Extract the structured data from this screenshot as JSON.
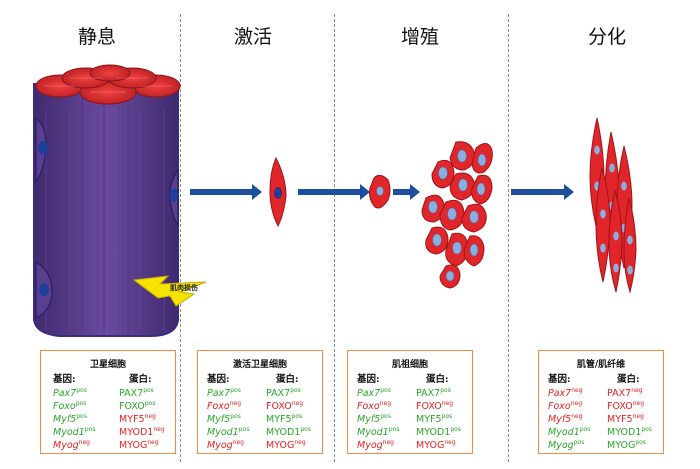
{
  "stages": [
    {
      "title": "静息"
    },
    {
      "title": "激活"
    },
    {
      "title": "增殖"
    },
    {
      "title": "分化"
    }
  ],
  "injury_label": "肌肉损伤",
  "colors": {
    "fiber": "#5b3d8e",
    "fiber_top": "#d8262c",
    "cell": "#e0262a",
    "nucleus": "#8aaee0",
    "arrow": "#1f4e9e",
    "positive": "#2aa62a",
    "negative": "#e32222",
    "panel_border": "#f08c40",
    "bolt": "#f5e400"
  },
  "panels": [
    {
      "title": "卫星细胞",
      "gene_header": "基因:",
      "protein_header": "蛋白:",
      "rows": [
        {
          "gene": "Pax7",
          "gene_sup": "pos",
          "gene_state": "pos",
          "protein": "PAX7",
          "protein_sup": "pos",
          "protein_state": "pos"
        },
        {
          "gene": "Foxo",
          "gene_sup": "pos",
          "gene_state": "pos",
          "protein": "FOXO",
          "protein_sup": "pos",
          "protein_state": "pos"
        },
        {
          "gene": "Myf5",
          "gene_sup": "pos",
          "gene_state": "pos",
          "protein": "MYF5",
          "protein_sup": "neg",
          "protein_state": "neg"
        },
        {
          "gene": "Myod1",
          "gene_sup": "pos",
          "gene_state": "pos",
          "protein": "MYOD1",
          "protein_sup": "neg",
          "protein_state": "neg"
        },
        {
          "gene": "Myog",
          "gene_sup": "neg",
          "gene_state": "neg",
          "protein": "MYOG",
          "protein_sup": "neg",
          "protein_state": "neg"
        }
      ]
    },
    {
      "title": "激活卫星细胞",
      "gene_header": "基因:",
      "protein_header": "蛋白:",
      "rows": [
        {
          "gene": "Pax7",
          "gene_sup": "pos",
          "gene_state": "pos",
          "protein": "PAX7",
          "protein_sup": "pos",
          "protein_state": "pos"
        },
        {
          "gene": "Foxo",
          "gene_sup": "neg",
          "gene_state": "neg",
          "protein": "FOXO",
          "protein_sup": "neg",
          "protein_state": "neg"
        },
        {
          "gene": "Myf5",
          "gene_sup": "pos",
          "gene_state": "pos",
          "protein": "MYF5",
          "protein_sup": "pos",
          "protein_state": "pos"
        },
        {
          "gene": "Myod1",
          "gene_sup": "pos",
          "gene_state": "pos",
          "protein": "MYOD1",
          "protein_sup": "pos",
          "protein_state": "pos"
        },
        {
          "gene": "Myog",
          "gene_sup": "neg",
          "gene_state": "neg",
          "protein": "MYOG",
          "protein_sup": "neg",
          "protein_state": "neg"
        }
      ]
    },
    {
      "title": "肌祖细胞",
      "gene_header": "基因:",
      "protein_header": "蛋白:",
      "rows": [
        {
          "gene": "Pax7",
          "gene_sup": "pos",
          "gene_state": "pos",
          "protein": "PAX7",
          "protein_sup": "pos",
          "protein_state": "pos"
        },
        {
          "gene": "Foxo",
          "gene_sup": "neg",
          "gene_state": "neg",
          "protein": "FOXO",
          "protein_sup": "neg",
          "protein_state": "neg"
        },
        {
          "gene": "Myf5",
          "gene_sup": "pos",
          "gene_state": "pos",
          "protein": "MYF5",
          "protein_sup": "pos",
          "protein_state": "pos"
        },
        {
          "gene": "Myod1",
          "gene_sup": "pos",
          "gene_state": "pos",
          "protein": "MYOD1",
          "protein_sup": "pos",
          "protein_state": "pos"
        },
        {
          "gene": "Myog",
          "gene_sup": "neg",
          "gene_state": "neg",
          "protein": "MYOG",
          "protein_sup": "neg",
          "protein_state": "neg"
        }
      ]
    },
    {
      "title": "肌管/肌纤维",
      "gene_header": "基因:",
      "protein_header": "蛋白:",
      "rows": [
        {
          "gene": "Pax7",
          "gene_sup": "neg",
          "gene_state": "neg",
          "protein": "PAX7",
          "protein_sup": "neg",
          "protein_state": "neg"
        },
        {
          "gene": "Foxo",
          "gene_sup": "neg",
          "gene_state": "neg",
          "protein": "FOXO",
          "protein_sup": "neg",
          "protein_state": "neg"
        },
        {
          "gene": "Myf5",
          "gene_sup": "neg",
          "gene_state": "neg",
          "protein": "MYF5",
          "protein_sup": "neg",
          "protein_state": "neg"
        },
        {
          "gene": "Myod1",
          "gene_sup": "pos",
          "gene_state": "pos",
          "protein": "MYOD1",
          "protein_sup": "pos",
          "protein_state": "pos"
        },
        {
          "gene": "Myog",
          "gene_sup": "pos",
          "gene_state": "pos",
          "protein": "MYOG",
          "protein_sup": "pos",
          "protein_state": "pos"
        }
      ]
    }
  ]
}
